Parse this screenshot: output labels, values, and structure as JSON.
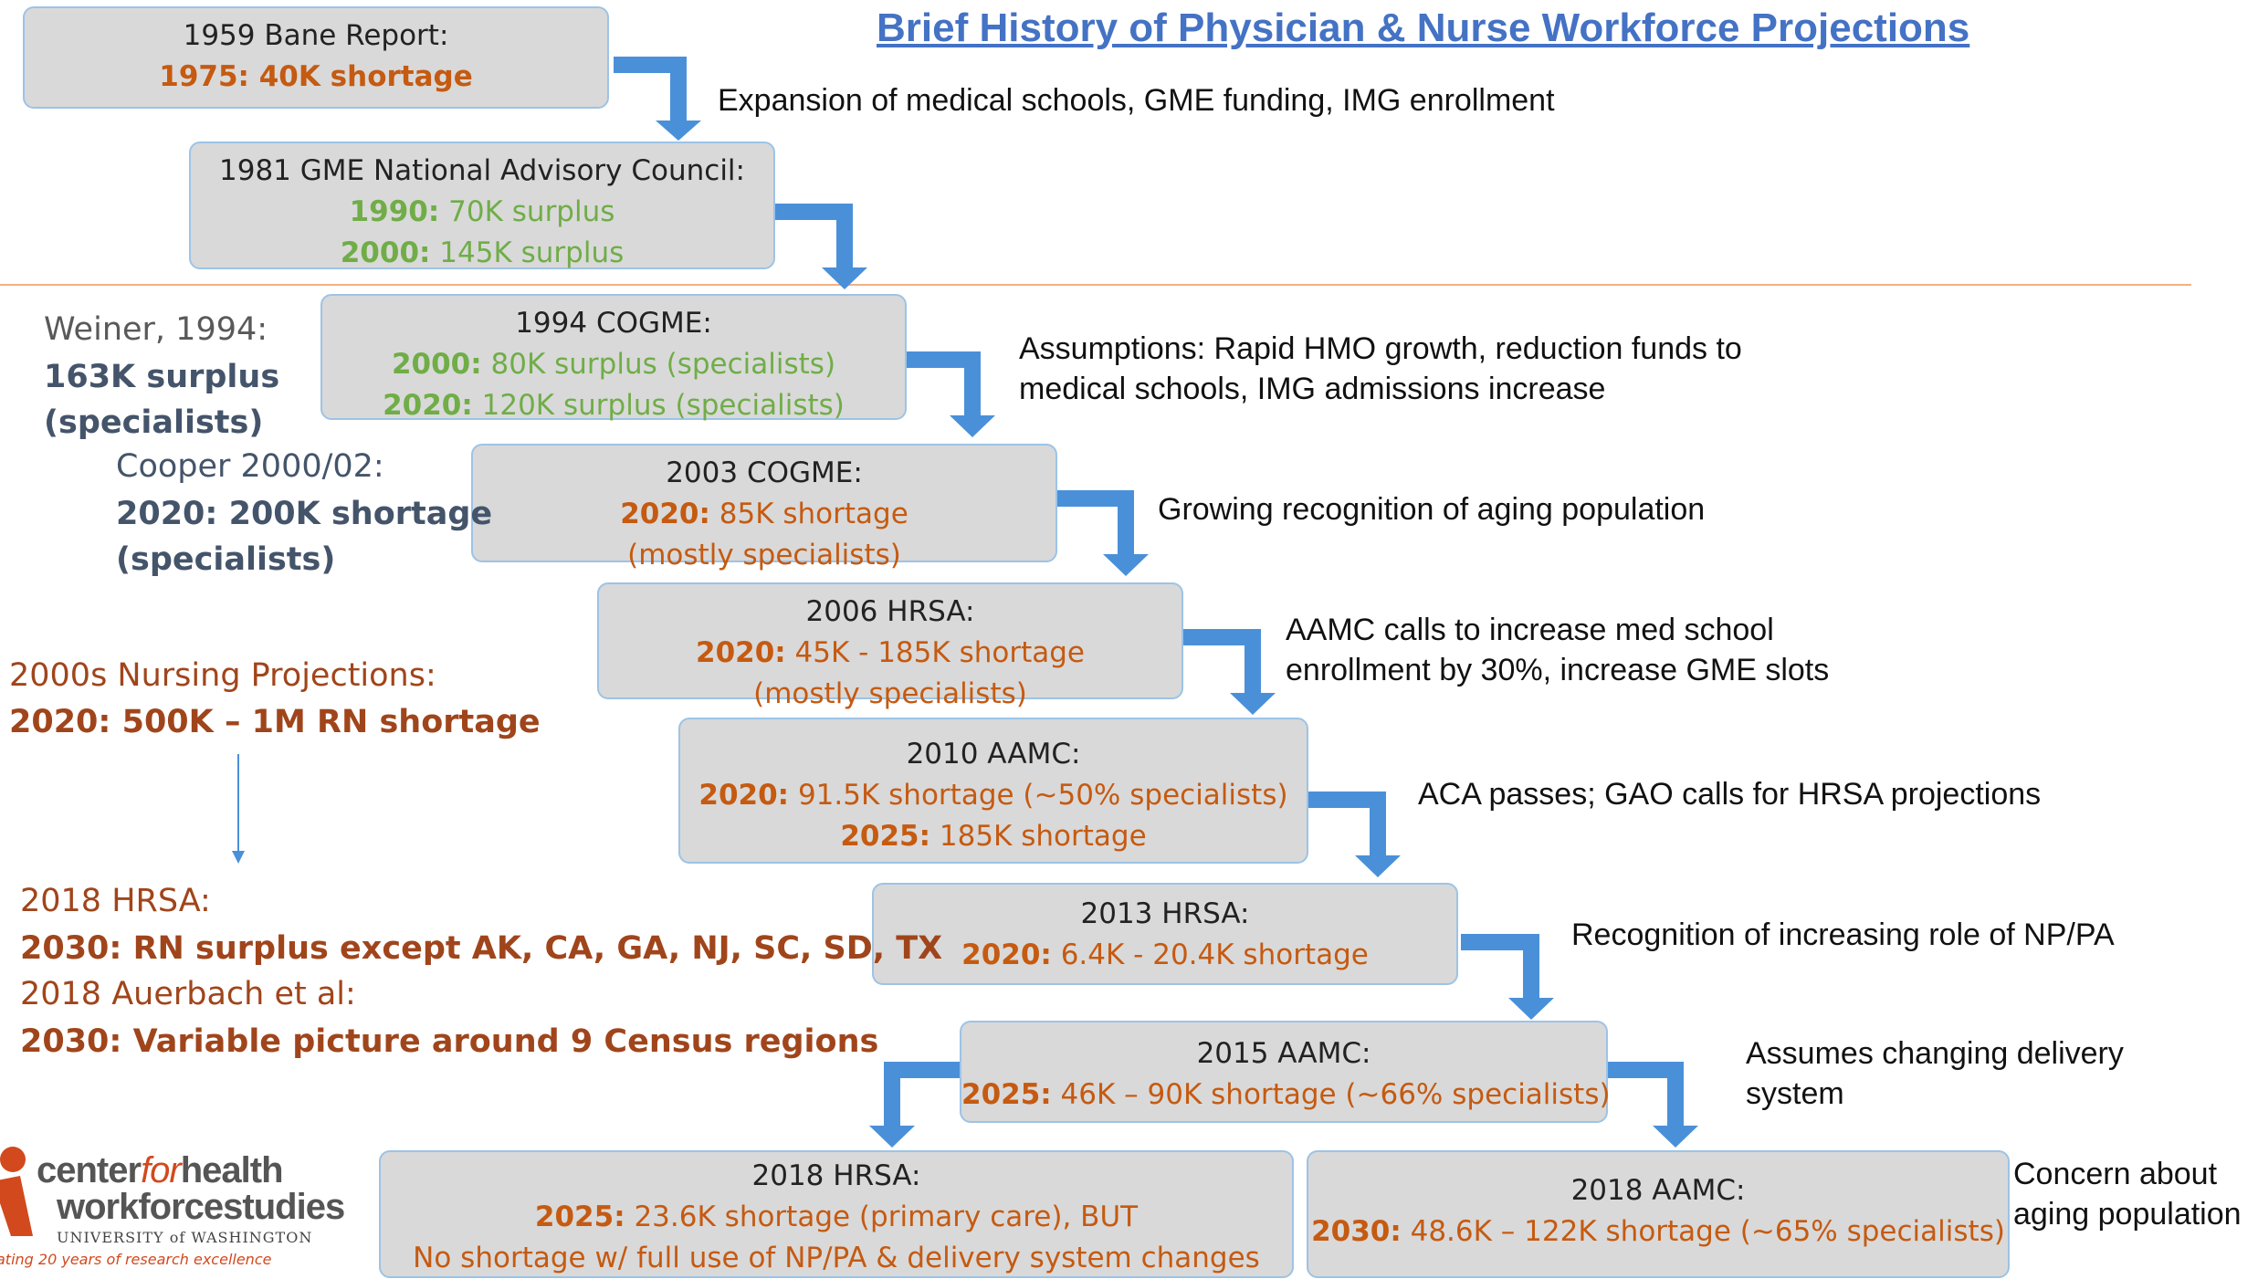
{
  "title": "Brief History of Physician & Nurse Workforce Projections",
  "colors": {
    "box_fill": "#d9d9d9",
    "box_border": "#9dc3e6",
    "arrow": "#4a90d9",
    "shortage": "#c55a11",
    "surplus": "#70ad47",
    "divider": "#f4b183"
  },
  "boxes": {
    "b1959": {
      "head": "1959 Bane Report:",
      "l1": "1975: 40K shortage"
    },
    "b1981": {
      "head": "1981 GME National Advisory Council:",
      "l1_y": "1990:",
      "l1_t": " 70K surplus",
      "l2_y": "2000:",
      "l2_t": " 145K surplus"
    },
    "b1994": {
      "head": "1994 COGME:",
      "l1_y": "2000:",
      "l1_t": " 80K surplus (specialists)",
      "l2_y": "2020:",
      "l2_t": " 120K surplus (specialists)"
    },
    "b2003": {
      "head": "2003 COGME:",
      "l1_y": "2020:",
      "l1_t": " 85K shortage",
      "l2": "(mostly specialists)"
    },
    "b2006": {
      "head": "2006 HRSA:",
      "l1_y": "2020:",
      "l1_t": " 45K - 185K shortage",
      "l2": "(mostly specialists)"
    },
    "b2010": {
      "head": "2010 AAMC:",
      "l1_y": "2020:",
      "l1_t": " 91.5K shortage (~50% specialists)",
      "l2_y": "2025:",
      "l2_t": " 185K shortage"
    },
    "b2013": {
      "head": "2013 HRSA:",
      "l1_y": "2020:",
      "l1_t": " 6.4K - 20.4K shortage"
    },
    "b2015": {
      "head": "2015 AAMC:",
      "l1_y": "2025:",
      "l1_t": " 46K – 90K shortage (~66% specialists)"
    },
    "b2018h": {
      "head": "2018 HRSA:",
      "l1_y": "2025:",
      "l1_t": " 23.6K shortage (primary care), BUT",
      "l2": "No shortage w/ full use of NP/PA & delivery system changes"
    },
    "b2018a": {
      "head": "2018 AAMC:",
      "l1_y": "2030:",
      "l1_t": " 48.6K – 122K shortage (~65% specialists)"
    }
  },
  "notes": {
    "n1": "Expansion of medical schools, GME funding, IMG enrollment",
    "n2a": "Assumptions: Rapid HMO growth, reduction funds to",
    "n2b": "medical schools, IMG admissions increase",
    "n3": "Growing recognition of aging population",
    "n4a": "AAMC calls to increase med school",
    "n4b": "enrollment by 30%, increase GME slots",
    "n5": "ACA passes; GAO calls for HRSA projections",
    "n6": "Recognition of increasing role of NP/PA",
    "n7a": "Assumes changing delivery",
    "n7b": "system",
    "n8a": "Concern about",
    "n8b": "aging population"
  },
  "side": {
    "weiner_head": "Weiner, 1994:",
    "weiner_l1": "163K surplus",
    "weiner_l2": "(specialists)",
    "cooper_head": "Cooper 2000/02:",
    "cooper_l1": "2020: 200K shortage",
    "cooper_l2": "(specialists)",
    "nursing_head": "2000s Nursing Projections:",
    "nursing_l1": "2020: 500K – 1M RN shortage",
    "hrsa18_head": "2018 HRSA:",
    "hrsa18_l1": "2030: RN surplus except AK, CA, GA, NJ, SC, SD, TX",
    "auer_head": "2018 Auerbach et al:",
    "auer_l1": "2030: Variable picture around 9 Census regions"
  },
  "logo": {
    "line1_a": "center",
    "line1_b": "for",
    "line1_c": "health",
    "line2": "workforcestudies",
    "line3": "UNIVERSITY of WASHINGTON",
    "line4": "ating 20 years of research excellence"
  }
}
